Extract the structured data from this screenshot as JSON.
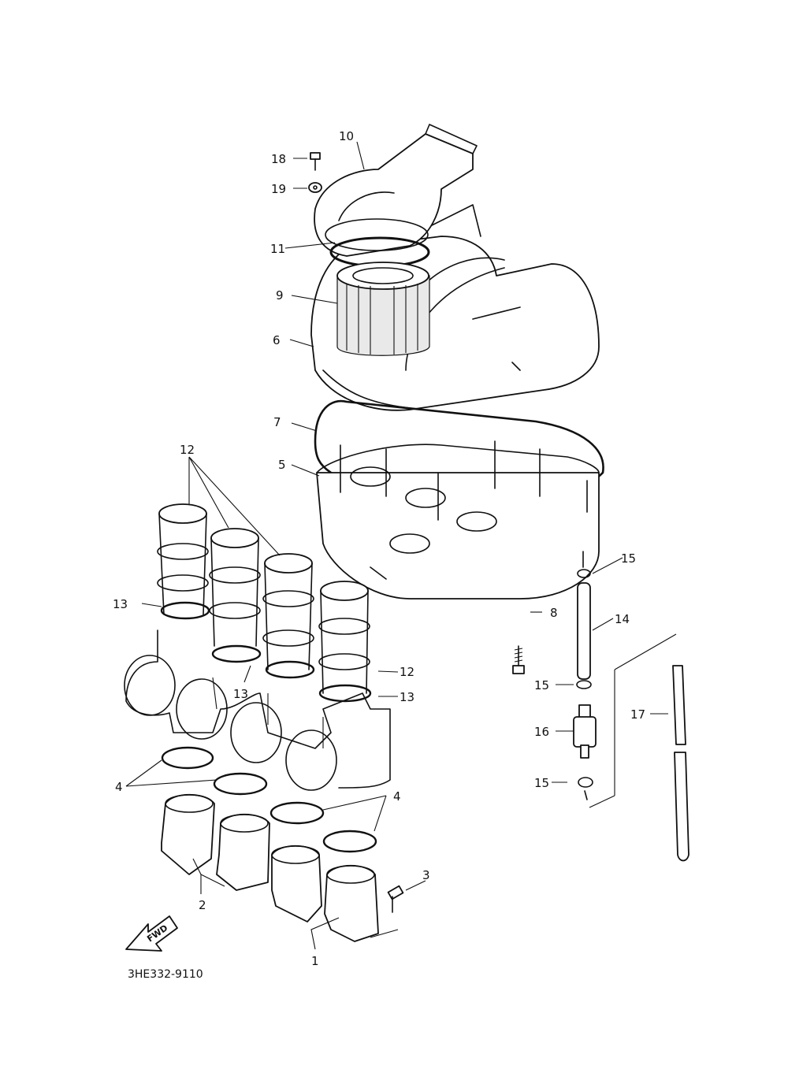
{
  "diagram": {
    "part_code": "3HE332-9110",
    "fwd_mark": "FWD",
    "callouts": [
      "1",
      "2",
      "3",
      "4",
      "4",
      "5",
      "6",
      "7",
      "8",
      "9",
      "10",
      "11",
      "12",
      "12",
      "13",
      "13",
      "13",
      "14",
      "15",
      "15",
      "15",
      "16",
      "17",
      "18",
      "19"
    ]
  }
}
